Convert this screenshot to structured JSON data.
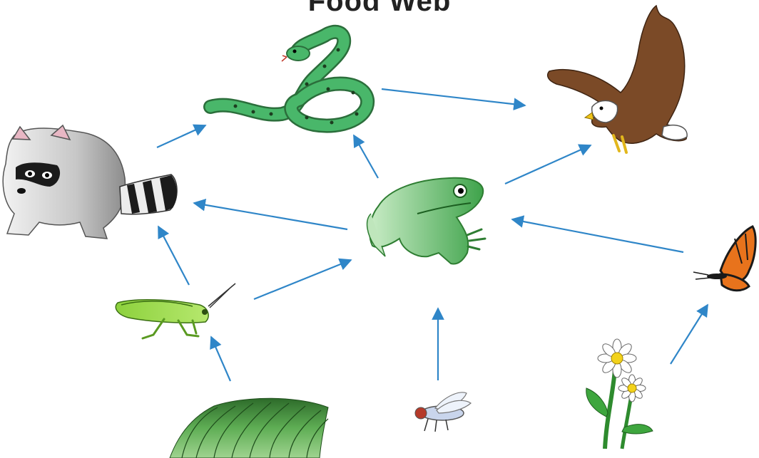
{
  "diagram": {
    "title": "Food Web",
    "organisms": [
      {
        "id": "grass",
        "icon": "grass-icon"
      },
      {
        "id": "fly",
        "icon": "fly-icon"
      },
      {
        "id": "flowers",
        "icon": "flower-icon"
      },
      {
        "id": "grasshopper",
        "icon": "grasshopper-icon"
      },
      {
        "id": "frog",
        "icon": "frog-icon"
      },
      {
        "id": "butterfly",
        "icon": "butterfly-icon"
      },
      {
        "id": "raccoon",
        "icon": "raccoon-icon"
      },
      {
        "id": "snake",
        "icon": "snake-icon"
      },
      {
        "id": "eagle",
        "icon": "eagle-icon"
      }
    ],
    "links": [
      {
        "from": "raccoon",
        "to": "snake"
      },
      {
        "from": "snake",
        "to": "eagle"
      },
      {
        "from": "frog",
        "to": "snake"
      },
      {
        "from": "frog",
        "to": "eagle"
      },
      {
        "from": "frog",
        "to": "raccoon"
      },
      {
        "from": "butterfly",
        "to": "frog"
      },
      {
        "from": "grasshopper",
        "to": "raccoon"
      },
      {
        "from": "grasshopper",
        "to": "frog"
      },
      {
        "from": "grass",
        "to": "grasshopper"
      },
      {
        "from": "fly",
        "to": "frog"
      },
      {
        "from": "flowers",
        "to": "butterfly"
      }
    ],
    "colors": {
      "arrow": "#2f86c8"
    }
  }
}
